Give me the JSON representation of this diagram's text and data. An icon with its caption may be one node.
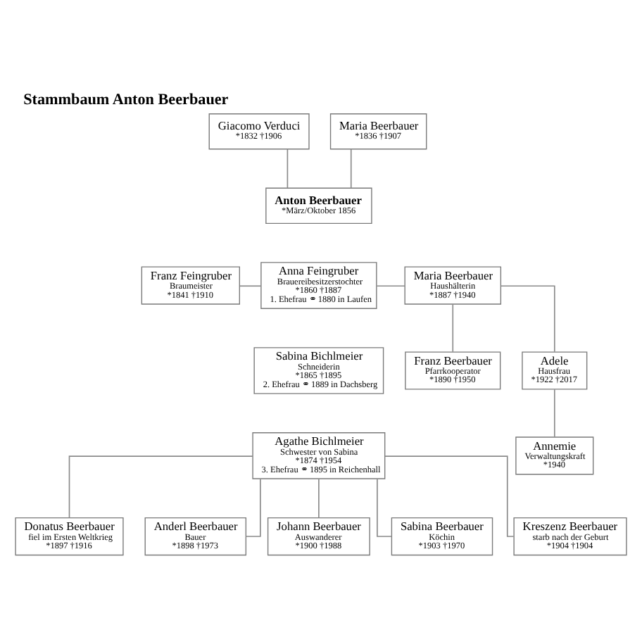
{
  "diagram": {
    "title": "Stammbaum Anton Beerbauer",
    "nodes": [
      {
        "text": [
          "Giacomo Verduci",
          "*1832 †1906"
        ]
      },
      {
        "text": [
          "Maria Beerbauer",
          "*1836 †1907"
        ]
      },
      {
        "text": [
          "Anton Beerbauer",
          "*März/Oktober 1856"
        ]
      },
      {
        "text": [
          "Franz Feingruber",
          "Braumeister",
          "*1841 †1910"
        ]
      },
      {
        "text": [
          "Anna Feingruber",
          "Brauereibesitzerstochter",
          "*1860 †1887",
          "1. Ehefrau ⚭ 1880 in Laufen"
        ]
      },
      {
        "text": [
          "Maria Beerbauer",
          "Haushälterin",
          "*1887 †1940"
        ]
      },
      {
        "text": [
          "Sabina Bichlmeier",
          "Schneiderin",
          "*1865 †1895",
          "2. Ehefrau ⚭ 1889 in Dachsberg"
        ]
      },
      {
        "text": [
          "Franz Beerbauer",
          "Pfarrkooperator",
          "*1890 †1950"
        ]
      },
      {
        "text": [
          "Adele",
          "Hausfrau",
          "*1922 †2017"
        ]
      },
      {
        "text": [
          "Agathe Bichlmeier",
          "Schwester von Sabina",
          "*1874 †1954",
          "3. Ehefrau ⚭ 1895 in Reichenhall"
        ]
      },
      {
        "text": [
          "Annemie",
          "Verwaltungskraft",
          "*1940"
        ]
      },
      {
        "text": [
          "Donatus Beerbauer",
          "fiel im Ersten Weltkrieg",
          "*1897 †1916"
        ]
      },
      {
        "text": [
          "Anderl Beerbauer",
          "Bauer",
          "*1898 †1973"
        ]
      },
      {
        "text": [
          "Johann Beerbauer",
          "Auswanderer",
          "*1900 †1988"
        ]
      },
      {
        "text": [
          "Sabina Beerbauer",
          "Köchin",
          "*1903 †1970"
        ]
      },
      {
        "text": [
          "Kreszenz Beerbauer",
          "starb nach der Geburt",
          "*1904 †1904"
        ]
      }
    ],
    "edges": [
      {
        "from": 0,
        "to": 2,
        "arrow": "none"
      },
      {
        "from": 1,
        "to": 2,
        "arrow": "none"
      },
      {
        "from": 3,
        "to": 4,
        "arrow": "none"
      },
      {
        "from": 4,
        "to": 5,
        "arrow": "none"
      },
      {
        "from": 5,
        "to": 7,
        "arrow": "none"
      },
      {
        "from": 5,
        "to": 8,
        "arrow": "none"
      },
      {
        "from": 8,
        "to": 10,
        "arrow": "none"
      },
      {
        "from": 9,
        "to": 11,
        "arrow": "none"
      },
      {
        "from": 9,
        "to": 12,
        "arrow": "none"
      },
      {
        "from": 9,
        "to": 13,
        "arrow": "none"
      },
      {
        "from": 9,
        "to": 14,
        "arrow": "none"
      },
      {
        "from": 9,
        "to": 15,
        "arrow": "none"
      }
    ]
  }
}
